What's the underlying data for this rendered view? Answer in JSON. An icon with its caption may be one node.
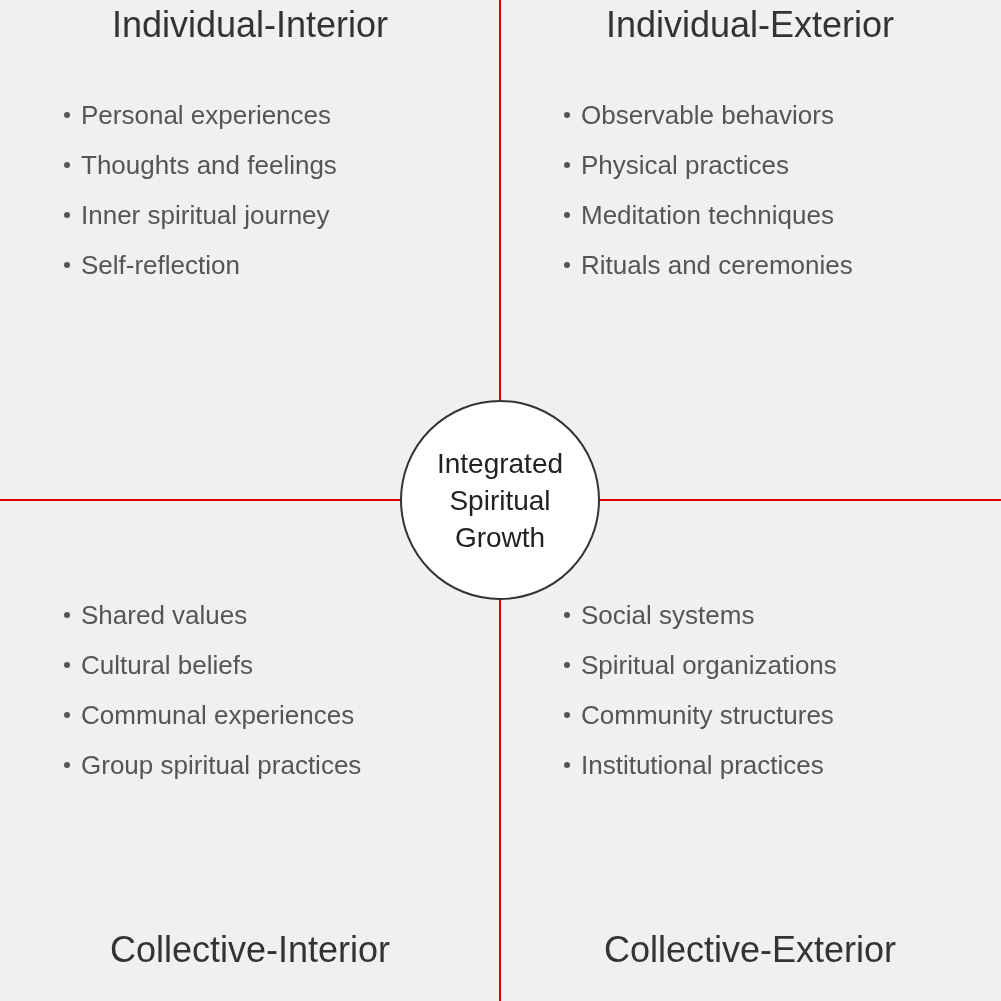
{
  "diagram": {
    "nodes": [
      {
        "text": [
          "Individual-Interior",
          "Personal experiences",
          "Thoughts and feelings",
          "Inner spiritual journey",
          "Self-reflection"
        ]
      },
      {
        "text": [
          "Individual-Exterior",
          "Observable behaviors",
          "Physical practices",
          "Meditation techniques",
          "Rituals and ceremonies"
        ]
      },
      {
        "text": [
          "Integrated Spiritual Growth"
        ]
      },
      {
        "text": [
          "Shared values",
          "Cultural beliefs",
          "Communal experiences",
          "Group spiritual practices",
          "Collective-Interior"
        ]
      },
      {
        "text": [
          "Social systems",
          "Spiritual organizations",
          "Community structures",
          "Institutional practices",
          "Collective-Exterior"
        ]
      }
    ]
  }
}
